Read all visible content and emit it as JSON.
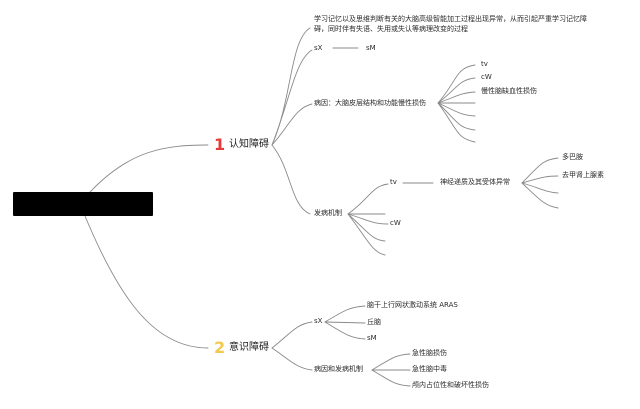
{
  "colors": {
    "background": "#ffffff",
    "line": "#8a8a8a",
    "root_fill": "#000000",
    "number_1": "#e63b3b",
    "number_2": "#f2c94c"
  },
  "branches": [
    {
      "number": "1",
      "label": "认知障碍",
      "children": {
        "definition": "学习记忆以及思维判断有关的大脑高级智能加工过程出现异常，从而引起严重学习记忆障碍，同时伴有失语、失用或失认等病理改变的过程",
        "sx": "sX",
        "sm": "sM",
        "cause": {
          "label": "病因：大脑皮层结构和功能慢性损伤",
          "items": [
            "tv",
            "cW",
            "慢性脑缺血性损伤"
          ]
        },
        "mechanism": {
          "label": "发病机制",
          "tv": "tv",
          "neuro": "神经递质及其受体异常",
          "neuro_items": [
            "多巴胺",
            "去甲肾上腺素"
          ],
          "cw": "cW"
        }
      }
    },
    {
      "number": "2",
      "label": "意识障碍",
      "children": {
        "sx": {
          "label": "sX",
          "items": [
            "脑干上行网状激动系统 ARAS",
            "丘脑",
            "sM"
          ]
        },
        "cause": {
          "label": "病因和发病机制",
          "items": [
            "急性脑损伤",
            "急性脑中毒",
            "颅内占位性和破坏性损伤"
          ]
        }
      }
    }
  ]
}
